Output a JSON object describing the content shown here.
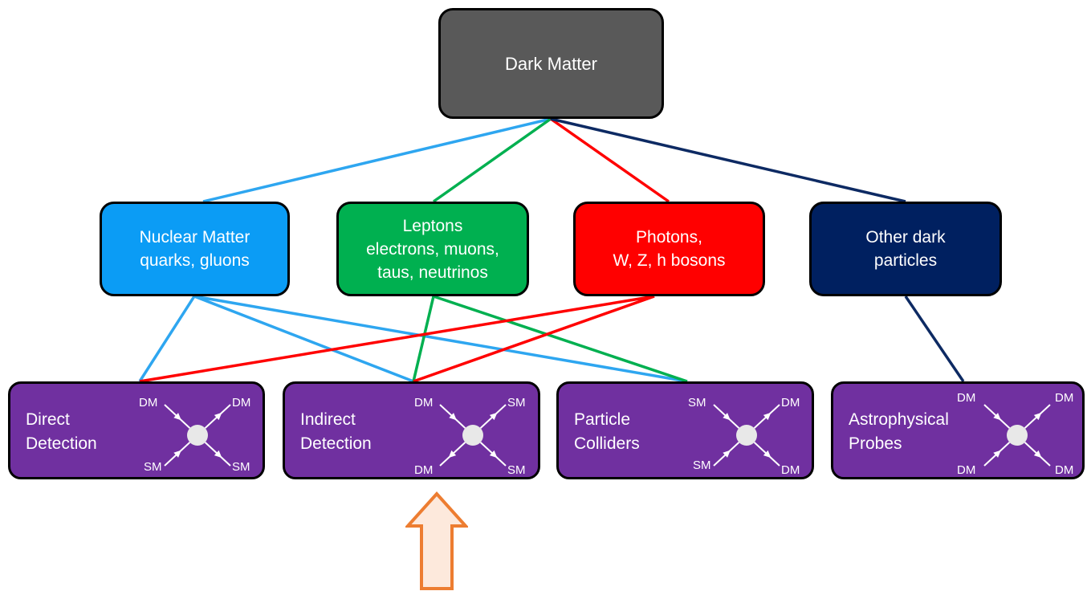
{
  "root": {
    "label": "Dark Matter"
  },
  "categories": [
    {
      "id": "nuclear",
      "lines": [
        "Nuclear Matter",
        "quarks, gluons"
      ],
      "color": "#0b9cf5"
    },
    {
      "id": "leptons",
      "lines": [
        "Leptons",
        "electrons, muons,",
        "taus, neutrinos"
      ],
      "color": "#00b050"
    },
    {
      "id": "photons",
      "lines": [
        "Photons,",
        "W, Z, h bosons"
      ],
      "color": "#ff0000"
    },
    {
      "id": "other",
      "lines": [
        "Other dark",
        "particles"
      ],
      "color": "#002060"
    }
  ],
  "detections": [
    {
      "id": "direct",
      "lines": [
        "Direct",
        "Detection"
      ],
      "tl": "DM",
      "tr": "DM",
      "bl": "SM",
      "br": "SM"
    },
    {
      "id": "indirect",
      "lines": [
        "Indirect",
        "Detection"
      ],
      "tl": "DM",
      "tr": "SM",
      "bl": "DM",
      "br": "SM"
    },
    {
      "id": "collider",
      "lines": [
        "Particle",
        "Colliders"
      ],
      "tl": "SM",
      "tr": "DM",
      "bl": "SM",
      "br": "DM"
    },
    {
      "id": "astro",
      "lines": [
        "Astrophysical",
        "Probes"
      ],
      "tl": "DM",
      "tr": "DM",
      "bl": "DM",
      "br": "DM"
    }
  ],
  "links": [
    {
      "from": "root",
      "to": "nuclear",
      "color": "#2ea6f0"
    },
    {
      "from": "root",
      "to": "leptons",
      "color": "#00b050"
    },
    {
      "from": "root",
      "to": "photons",
      "color": "#ff0000"
    },
    {
      "from": "root",
      "to": "other",
      "color": "#0d2a63"
    },
    {
      "from": "nuclear",
      "to": "direct",
      "color": "#2ea6f0"
    },
    {
      "from": "nuclear",
      "to": "indirect",
      "color": "#2ea6f0"
    },
    {
      "from": "nuclear",
      "to": "collider",
      "color": "#2ea6f0"
    },
    {
      "from": "leptons",
      "to": "indirect",
      "color": "#00b050"
    },
    {
      "from": "leptons",
      "to": "collider",
      "color": "#00b050"
    },
    {
      "from": "photons",
      "to": "direct",
      "color": "#ff0000"
    },
    {
      "from": "photons",
      "to": "indirect",
      "color": "#ff0000"
    },
    {
      "from": "other",
      "to": "astro",
      "color": "#0d2a63"
    }
  ],
  "highlight": {
    "target": "indirect",
    "fill": "#fde9dc",
    "stroke": "#ed7d31"
  }
}
